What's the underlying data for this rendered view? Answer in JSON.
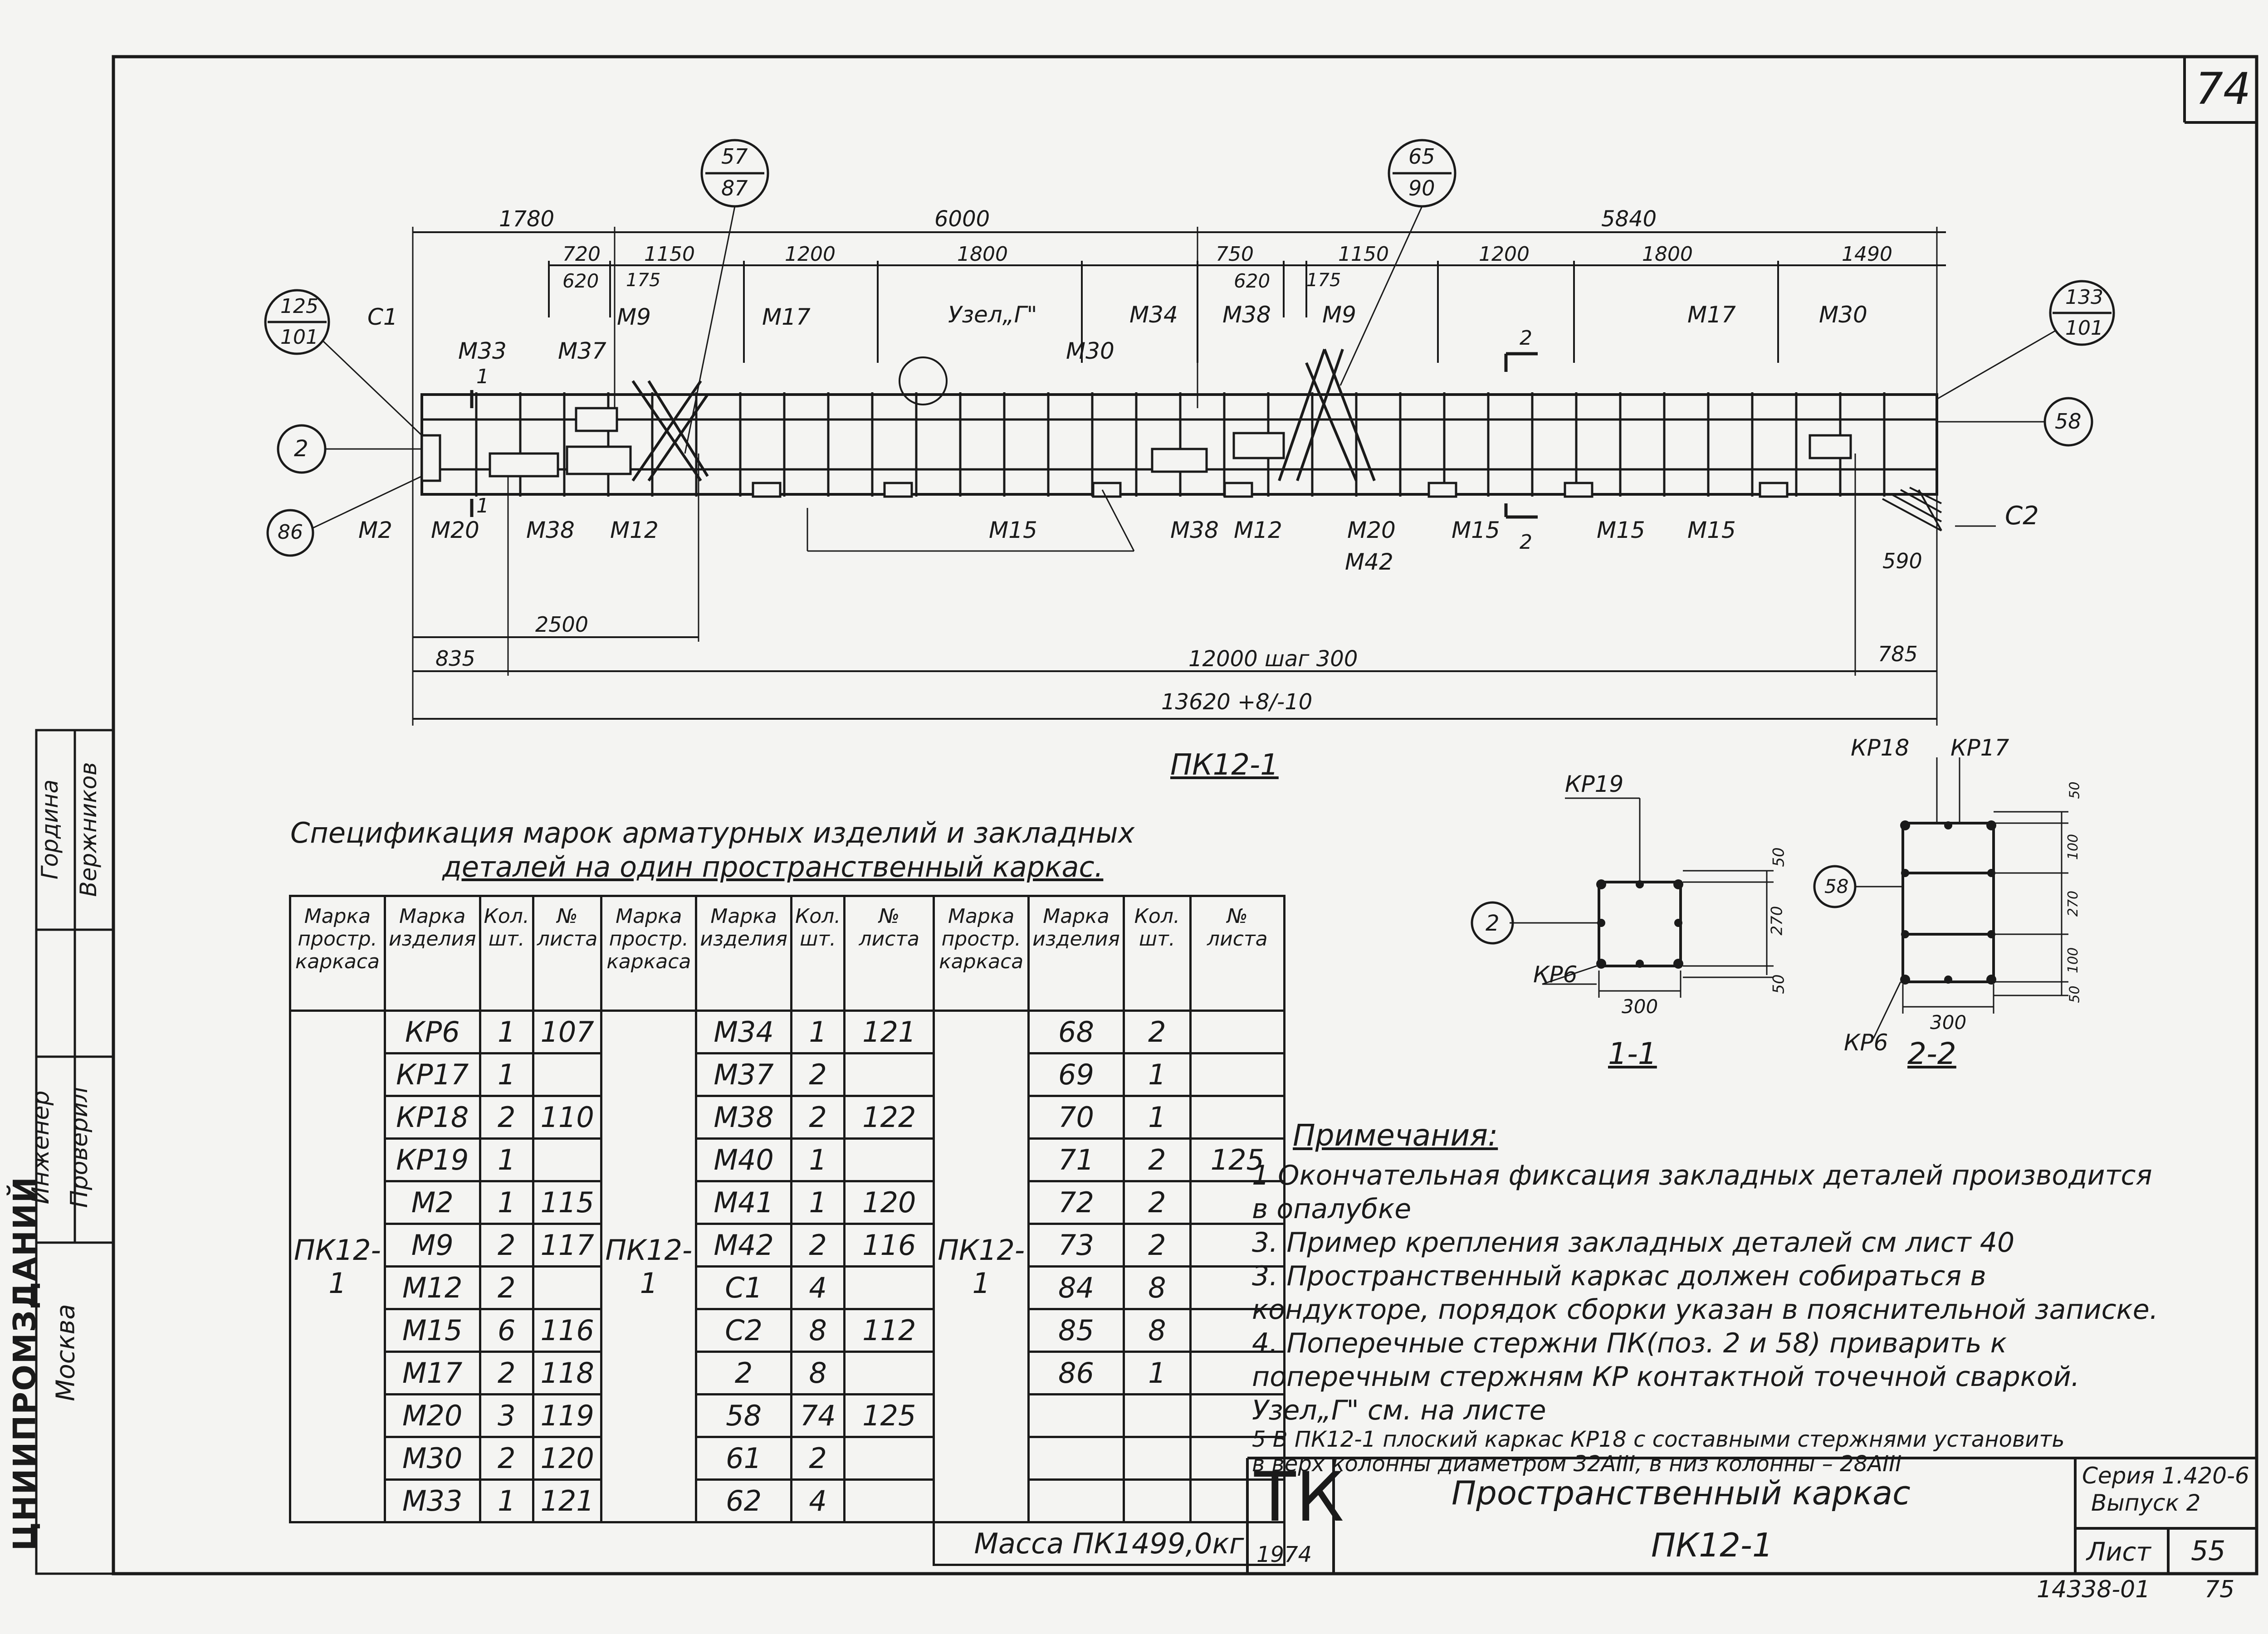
{
  "sheet": {
    "page_number": "74",
    "bottom_doc_code": "14338-01",
    "bottom_page": "75"
  },
  "drawing": {
    "caption": "ПК12-1",
    "dims_top": [
      "1780",
      "6000",
      "5840"
    ],
    "dims_mid": [
      "720",
      "620",
      "175",
      "1150",
      "1200",
      "1800",
      "750",
      "620",
      "175",
      "1150",
      "1200",
      "1800",
      "1490"
    ],
    "dims_bottom": [
      "2500",
      "835",
      "12000 шаг 300",
      "785",
      "590",
      "13620 +8/-10"
    ],
    "callouts": [
      {
        "top": "57",
        "bottom": "87"
      },
      {
        "top": "65",
        "bottom": "90"
      },
      {
        "top": "125",
        "bottom": "101"
      },
      {
        "top": "133",
        "bottom": "101"
      }
    ],
    "circles": [
      "2",
      "86",
      "58"
    ],
    "labels_top": [
      "С1",
      "М33",
      "М37",
      "М9",
      "М17",
      "Узел„Г\"",
      "М30",
      "М34",
      "М38",
      "М9",
      "М17",
      "М30"
    ],
    "labels_bottom": [
      "М2",
      "М20",
      "М38",
      "М12",
      "М15",
      "М38",
      "М12",
      "М20",
      "М42",
      "М15",
      "М15",
      "М15",
      "С2"
    ],
    "section_marks": [
      "1",
      "1",
      "2",
      "2"
    ]
  },
  "spec": {
    "title_line1": "Спецификация марок арматурных изделий и закладных",
    "title_line2": "деталей на один пространственный каркас.",
    "headers": [
      "Марка простр. каркаса",
      "Марка изделия",
      "Кол. шт.",
      "№ листа"
    ],
    "frame_mark": "ПК12-1",
    "col1": [
      [
        "КР6",
        "1",
        "107"
      ],
      [
        "КР17",
        "1",
        ""
      ],
      [
        "КР18",
        "2",
        "110"
      ],
      [
        "КР19",
        "1",
        ""
      ],
      [
        "М2",
        "1",
        "115"
      ],
      [
        "М9",
        "2",
        "117"
      ],
      [
        "М12",
        "2",
        ""
      ],
      [
        "М15",
        "6",
        "116"
      ],
      [
        "М17",
        "2",
        "118"
      ],
      [
        "М20",
        "3",
        "119"
      ],
      [
        "М30",
        "2",
        "120"
      ],
      [
        "М33",
        "1",
        "121"
      ]
    ],
    "col2": [
      [
        "М34",
        "1",
        "121"
      ],
      [
        "М37",
        "2",
        ""
      ],
      [
        "М38",
        "2",
        "122"
      ],
      [
        "М40",
        "1",
        ""
      ],
      [
        "М41",
        "1",
        "120"
      ],
      [
        "М42",
        "2",
        "116"
      ],
      [
        "С1",
        "4",
        ""
      ],
      [
        "С2",
        "8",
        "112"
      ],
      [
        "2",
        "8",
        ""
      ],
      [
        "58",
        "74",
        "125"
      ],
      [
        "61",
        "2",
        ""
      ],
      [
        "62",
        "4",
        ""
      ]
    ],
    "col3": [
      [
        "68",
        "2",
        ""
      ],
      [
        "69",
        "1",
        ""
      ],
      [
        "70",
        "1",
        ""
      ],
      [
        "71",
        "2",
        "125"
      ],
      [
        "72",
        "2",
        ""
      ],
      [
        "73",
        "2",
        ""
      ],
      [
        "84",
        "8",
        ""
      ],
      [
        "85",
        "8",
        ""
      ],
      [
        "86",
        "1",
        ""
      ],
      [
        "",
        "",
        ""
      ],
      [
        "",
        "",
        ""
      ]
    ],
    "mass": "Масса ПК1499,0кг"
  },
  "sections": {
    "s1_title": "1-1",
    "s2_title": "2-2",
    "s1_labels": [
      "КР19",
      "КР6",
      "2",
      "300",
      "50",
      "270",
      "50"
    ],
    "s2_labels": [
      "КР18",
      "КР17",
      "КР6",
      "58",
      "300",
      "50",
      "100",
      "270",
      "100",
      "50"
    ]
  },
  "notes": {
    "heading": "Примечания:",
    "items": [
      "1 Окончательная фиксация закладных деталей производится",
      "в опалубке",
      "3. Пример крепления закладных деталей см лист 40",
      "3. Пространственный каркас должен собираться в",
      "кондукторе, порядок сборки указан в пояснительной записке.",
      "4. Поперечные стержни ПК(поз. 2 и 58) приварить к",
      "поперечным стержням КР контактной точечной сваркой.",
      "Узел„Г\" см. на листе",
      "5 В ПК12-1 плоский каркас КР18 с составными стержнями установить",
      "в верх колонны диаметром 32АIII, в низ колонны – 28АIII"
    ]
  },
  "title_block": {
    "tk": "ТК",
    "year": "1974",
    "title": "Пространственный каркас",
    "subtitle": "ПК12-1",
    "series": "Серия 1.420-6",
    "issue": "Выпуск 2",
    "sheet_label": "Лист",
    "sheet_no": "55"
  },
  "left_strip": {
    "org": "ЦНИИПРОМЗДАНИЙ",
    "city": "Москва",
    "roles": [
      "Инженер",
      "Проверил"
    ],
    "names": [
      "Гордина",
      "Вержников"
    ]
  }
}
